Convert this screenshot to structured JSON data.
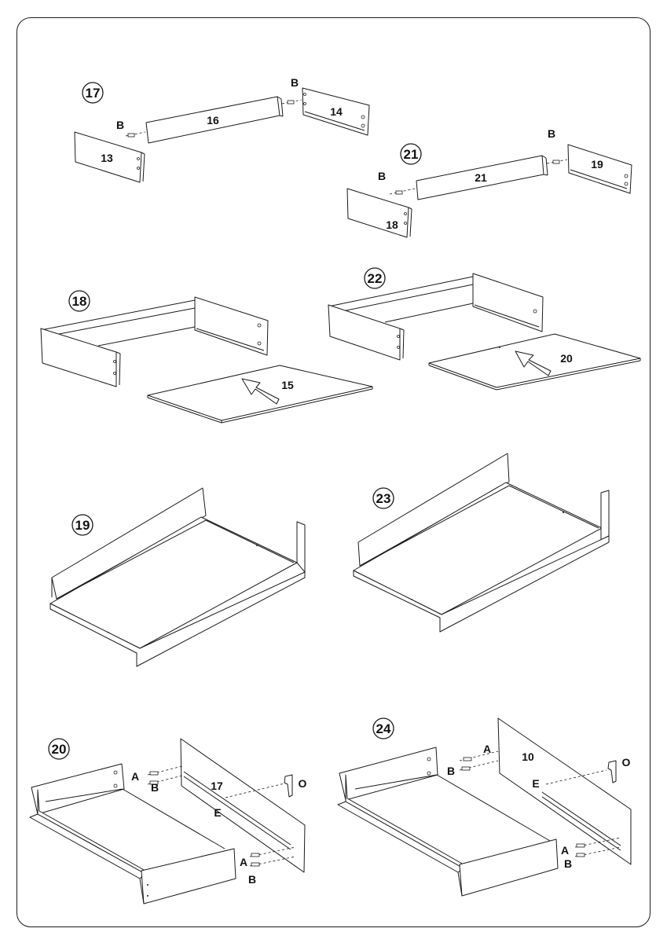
{
  "steps": {
    "s17": {
      "number": "17",
      "panels": {
        "a": "16",
        "b": "14",
        "c": "13"
      },
      "fastener": {
        "top": "B",
        "left": "B"
      }
    },
    "s21": {
      "number": "21",
      "panels": {
        "a": "21",
        "b": "19",
        "c": "18"
      },
      "fastener": {
        "top": "B",
        "left": "B"
      }
    },
    "s18": {
      "number": "18",
      "panel": "15"
    },
    "s22": {
      "number": "22",
      "panel": "20"
    },
    "s19": {
      "number": "19"
    },
    "s23": {
      "number": "23"
    },
    "s20": {
      "number": "20",
      "panel": "17",
      "labels": {
        "a1": "A",
        "b1": "B",
        "e": "E",
        "o": "O",
        "a2": "A",
        "b2": "B"
      }
    },
    "s24": {
      "number": "24",
      "panel": "10",
      "labels": {
        "a1": "A",
        "b1": "B",
        "e": "E",
        "o": "O",
        "a2": "A",
        "b2": "B"
      }
    }
  }
}
